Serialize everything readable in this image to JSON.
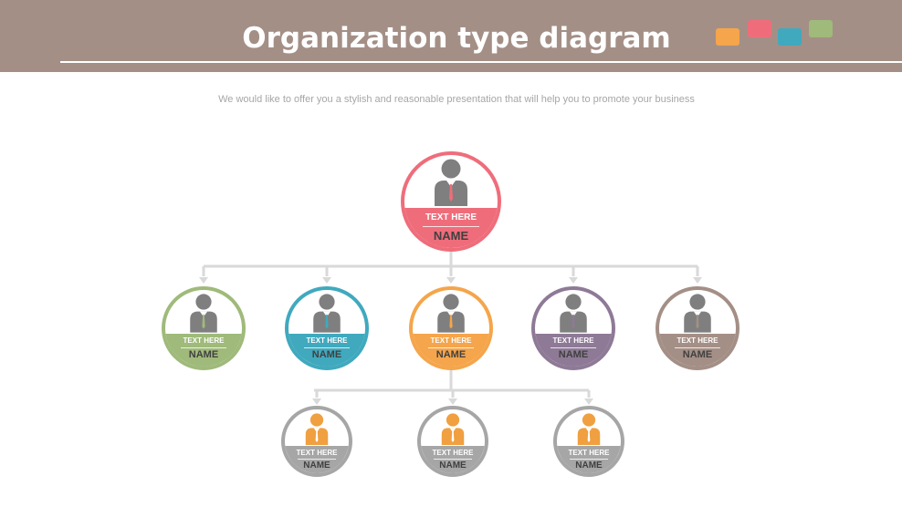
{
  "title": "Organization type diagram",
  "subtitle": "We would like to offer you a stylish and reasonable presentation that will help you to promote your business",
  "colors": {
    "header": "#a48f86",
    "tiles": [
      "#f5a54b",
      "#ef6d7b",
      "#40a9be",
      "#9fba7a"
    ],
    "connector": "#d9d9d9",
    "person_gray": "#7f7f7f",
    "person_orange": "#f0a040"
  },
  "top": {
    "text": "TEXT HERE",
    "name": "NAME",
    "color": "#ef6d7b"
  },
  "level2": [
    {
      "text": "TEXT HERE",
      "name": "NAME",
      "color": "#9fba7a"
    },
    {
      "text": "TEXT HERE",
      "name": "NAME",
      "color": "#40a9be"
    },
    {
      "text": "TEXT HERE",
      "name": "NAME",
      "color": "#f5a54b"
    },
    {
      "text": "TEXT HERE",
      "name": "NAME",
      "color": "#8e7a96"
    },
    {
      "text": "TEXT HERE",
      "name": "NAME",
      "color": "#a48f86"
    }
  ],
  "level3": [
    {
      "text": "TEXT HERE",
      "name": "NAME",
      "color": "#a6a6a6"
    },
    {
      "text": "TEXT HERE",
      "name": "NAME",
      "color": "#a6a6a6"
    },
    {
      "text": "TEXT HERE",
      "name": "NAME",
      "color": "#a6a6a6"
    }
  ]
}
